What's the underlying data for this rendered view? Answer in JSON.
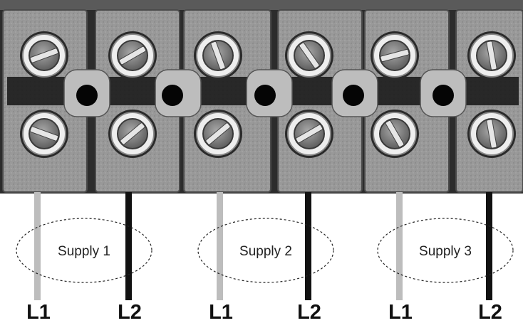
{
  "supplies": [
    {
      "label": "Supply 1",
      "wires": [
        "L1",
        "L2"
      ]
    },
    {
      "label": "Supply 2",
      "wires": [
        "L1",
        "L2"
      ]
    },
    {
      "label": "Supply 3",
      "wires": [
        "L1",
        "L2"
      ]
    }
  ],
  "colors": {
    "l1_wire": "#bdbdbd",
    "l2_wire": "#111111",
    "terminal_block": "#9a9a9a",
    "backplate": "#2c2c2c",
    "screw_ring": "#eeeeee"
  }
}
